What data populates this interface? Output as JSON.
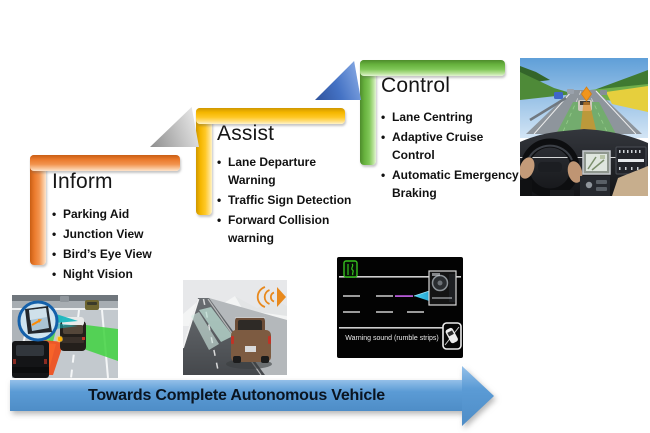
{
  "diagram": {
    "steps": [
      {
        "label": "Inform",
        "color": "#ED7D31",
        "items": [
          "Parking Aid",
          "Junction View",
          "Bird’s Eye View",
          "Night Vision"
        ]
      },
      {
        "label": "Assist",
        "color": "#FFC000",
        "items": [
          "Lane Departure Warning",
          "Traffic Sign Detection",
          "Forward Collision warning"
        ]
      },
      {
        "label": "Control",
        "color": "#70AD47",
        "items": [
          "Lane Centring",
          "Adaptive Cruise Control",
          "Automatic Emergency Braking"
        ]
      }
    ],
    "connectors": [
      {
        "name": "gray-step-triangle",
        "color": "#A6A6A6"
      },
      {
        "name": "blue-step-triangle",
        "color": "#4472C4"
      }
    ],
    "arrow": {
      "label": "Towards Complete Autonomous Vehicle",
      "color": "#5B9BD5"
    },
    "photos": {
      "cluster_caption": "Warning sound (rumble strips)"
    },
    "icons": {
      "speaker_icon": "orange speaker with sound waves",
      "lane_keep_icon": "green lane-keeping road glyph",
      "rumble_strip_icon": "car crossing rumble strip",
      "side_mirror_icon": "magnified blind-spot mirror"
    }
  }
}
